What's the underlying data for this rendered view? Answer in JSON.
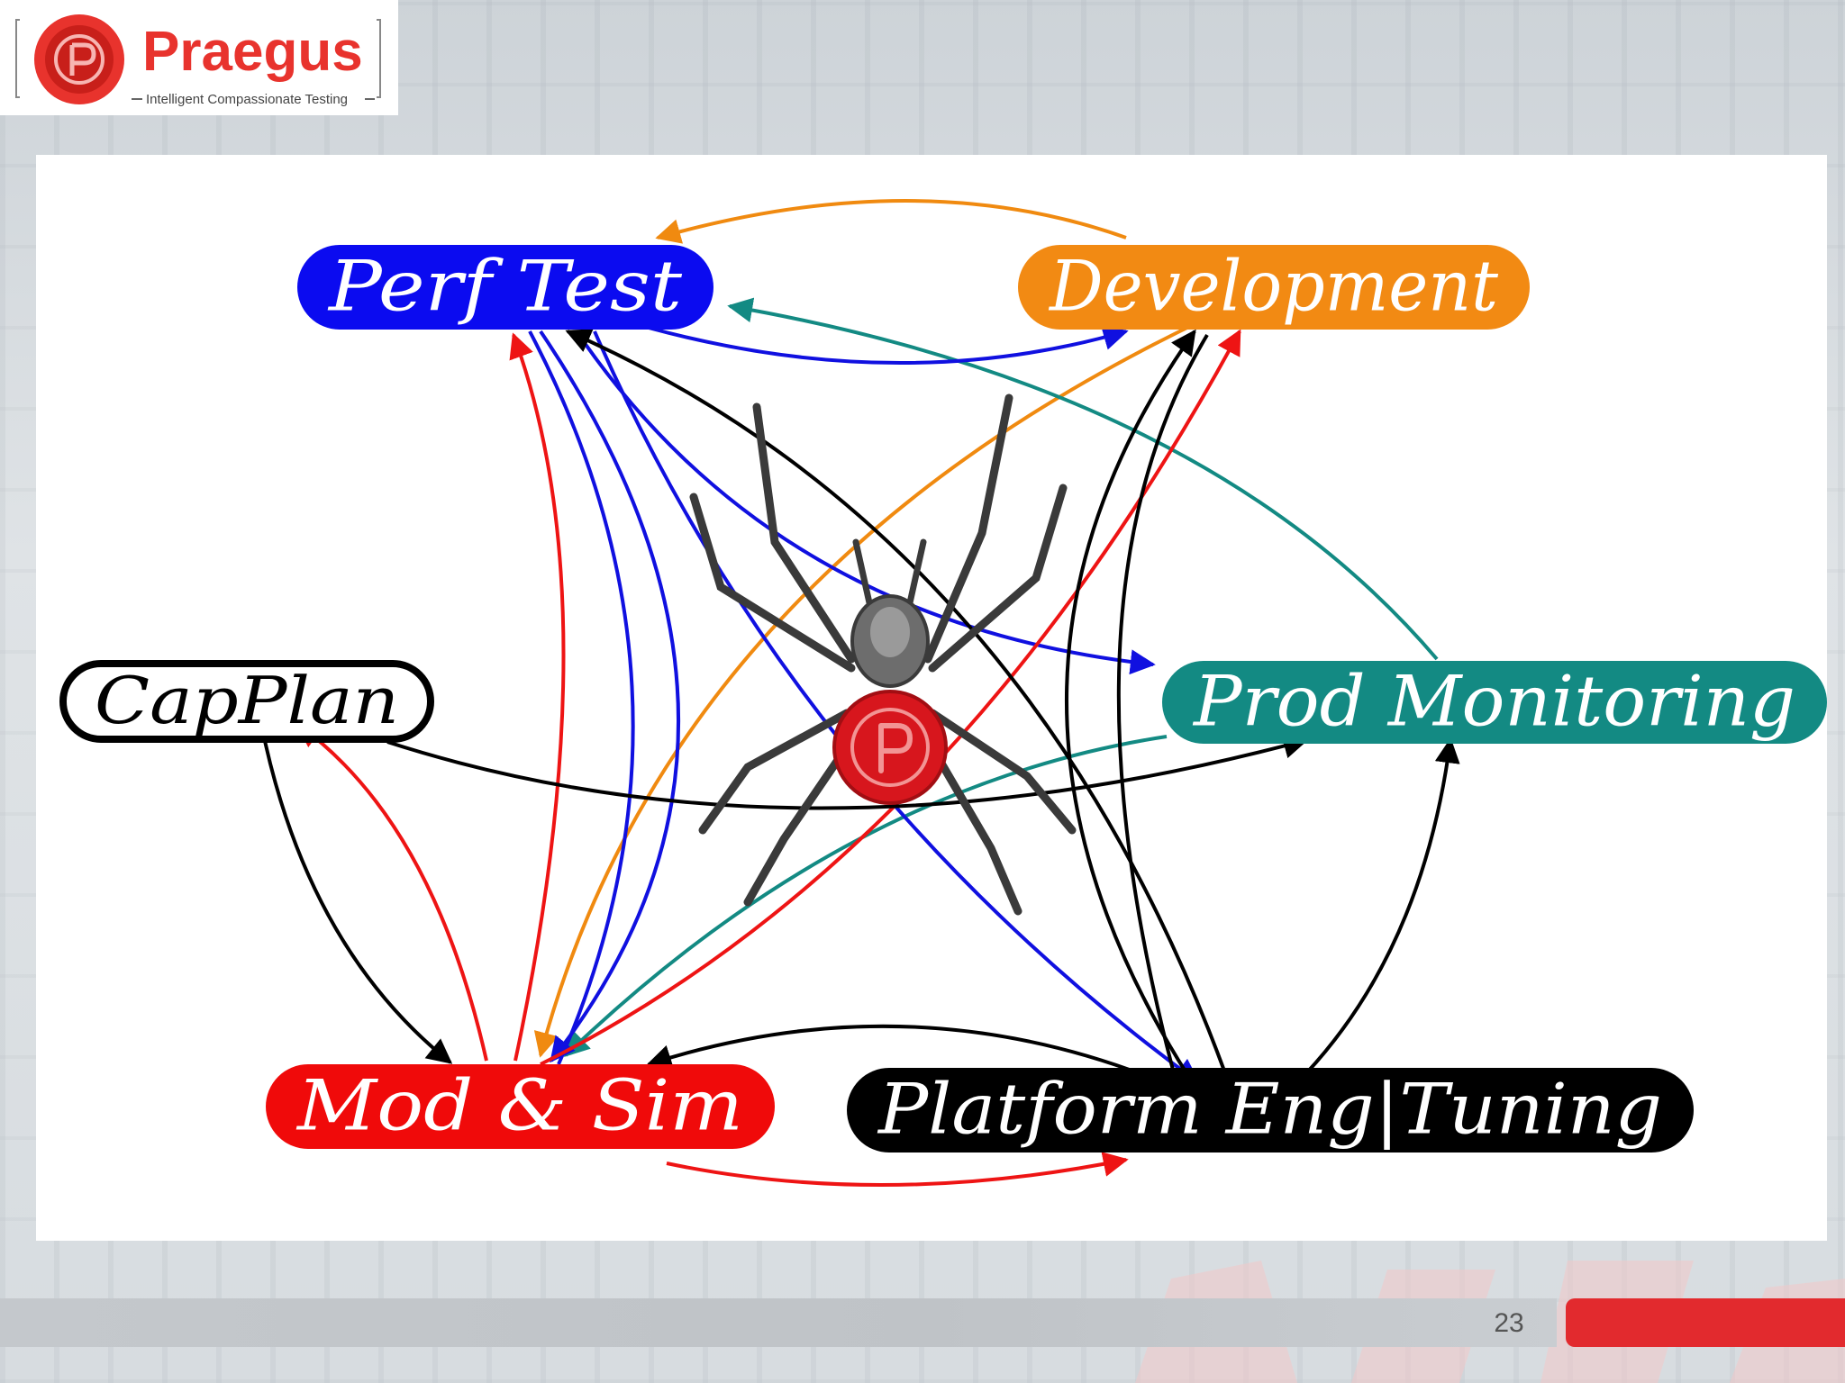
{
  "logo": {
    "brand": "Praegus",
    "tagline": "Intelligent Compassionate Testing",
    "brand_color": "#e8332d",
    "icon": "praegus-seal-icon"
  },
  "diagram": {
    "nodes": [
      {
        "id": "perf",
        "label": "Perf Test",
        "fill": "#0b0bf0",
        "text": "#ffffff"
      },
      {
        "id": "dev",
        "label": "Development",
        "fill": "#f28a13",
        "text": "#ffffff"
      },
      {
        "id": "cap",
        "label": "CapPlan",
        "fill": "#ffffff",
        "text": "#000000"
      },
      {
        "id": "prod",
        "label": "Prod Monitoring",
        "fill": "#138a83",
        "text": "#ffffff"
      },
      {
        "id": "mod",
        "label": "Mod & Sim",
        "fill": "#f00a0a",
        "text": "#ffffff"
      },
      {
        "id": "plat",
        "label": "Platform Eng|Tuning",
        "fill": "#000000",
        "text": "#ffffff"
      }
    ],
    "edge_colors": {
      "blue": "#1010e0",
      "orange": "#f08a10",
      "teal": "#138a83",
      "red": "#ee1414",
      "black": "#000000"
    },
    "center_icon": "spider-icon"
  },
  "footer": {
    "page_number": "23",
    "accent": "#e22a2e"
  }
}
